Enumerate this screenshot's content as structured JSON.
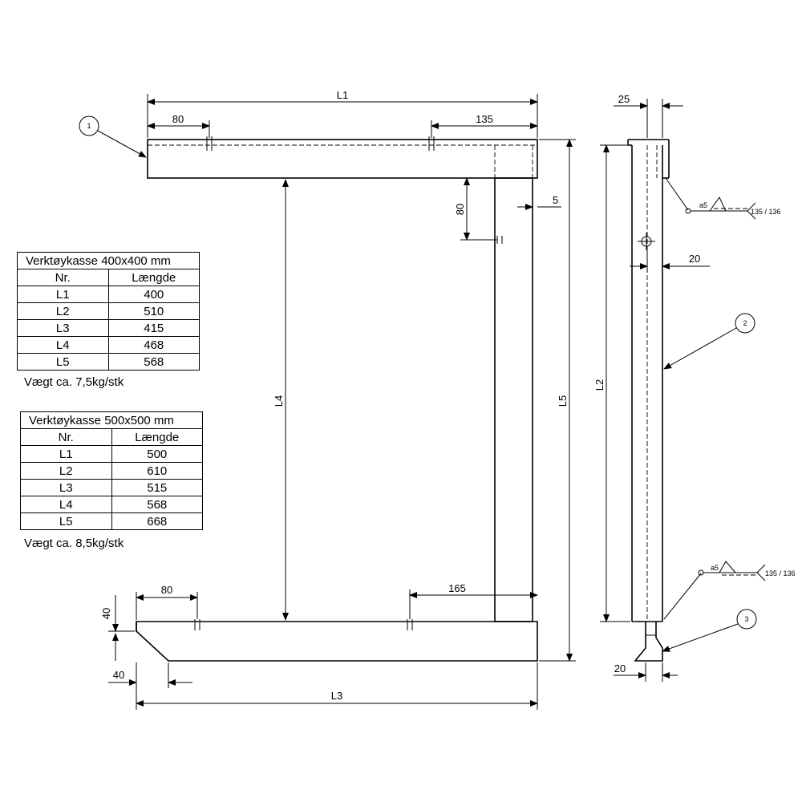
{
  "drawing": {
    "dimensions": {
      "top_length": "L1",
      "top_left_offset": "80",
      "top_right_offset": "135",
      "right_leg_gap": "5",
      "right_leg_hole_drop": "80",
      "inner_height": "L4",
      "outer_height": "L5",
      "bottom_left_offset": "80",
      "bottom_right_offset": "165",
      "bottom_chamfer_height": "40",
      "bottom_chamfer_width": "40",
      "bottom_length": "L3",
      "side_top_width": "25",
      "side_hole_offset": "20",
      "side_height": "L2",
      "side_bottom_width": "20"
    },
    "weld": {
      "top_symbol": "a5",
      "top_ref": "135 / 136",
      "bottom_symbol": "a5",
      "bottom_ref": "135 / 136"
    },
    "callouts": [
      "1",
      "2",
      "3"
    ]
  },
  "tables": [
    {
      "title": "Verktøykasse 400x400 mm",
      "headers": [
        "Nr.",
        "Længde"
      ],
      "rows": [
        [
          "L1",
          "400"
        ],
        [
          "L2",
          "510"
        ],
        [
          "L3",
          "415"
        ],
        [
          "L4",
          "468"
        ],
        [
          "L5",
          "568"
        ]
      ],
      "weight": "Vægt ca. 7,5kg/stk"
    },
    {
      "title": "Verktøykasse 500x500 mm",
      "headers": [
        "Nr.",
        "Længde"
      ],
      "rows": [
        [
          "L1",
          "500"
        ],
        [
          "L2",
          "610"
        ],
        [
          "L3",
          "515"
        ],
        [
          "L4",
          "568"
        ],
        [
          "L5",
          "668"
        ]
      ],
      "weight": "Vægt ca. 8,5kg/stk"
    }
  ]
}
